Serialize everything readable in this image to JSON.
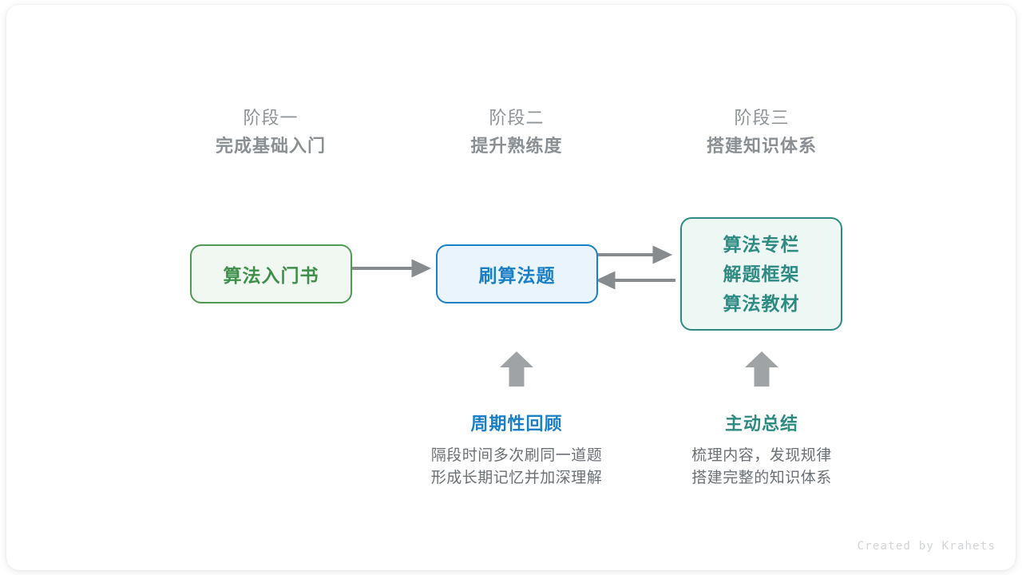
{
  "stages": [
    {
      "phase": "阶段一",
      "title": "完成基础入门"
    },
    {
      "phase": "阶段二",
      "title": "提升熟练度"
    },
    {
      "phase": "阶段三",
      "title": "搭建知识体系"
    }
  ],
  "nodes": {
    "book": {
      "label": "算法入门书",
      "border_color": "#4f9a55",
      "fill_color": "#f1f8f1",
      "text_color": "#3f8f4a"
    },
    "practice": {
      "label": "刷算法题",
      "border_color": "#1a81c9",
      "fill_color": "#eaf4fd",
      "text_color": "#1a7fc6"
    },
    "resources": {
      "lines": [
        "算法专栏",
        "解题框架",
        "算法教材"
      ],
      "border_color": "#2e8b82",
      "fill_color": "#edf7f4",
      "text_color": "#2e8b82"
    }
  },
  "arrows": {
    "color": "#888b8e",
    "book_to_practice": "算法入门书 → 刷算法题",
    "practice_to_resources": "刷算法题 → 算法专栏/解题框架/算法教材",
    "resources_to_practice": "算法专栏/解题框架/算法教材 → 刷算法题",
    "up_arrow_practice": "周期性回顾 ↑ 刷算法题",
    "up_arrow_resources": "主动总结 ↑ 算法专栏"
  },
  "captions": [
    {
      "title": "周期性回顾",
      "color": "#1a7fc6",
      "desc": [
        "隔段时间多次刷同一道题",
        "形成长期记忆并加深理解"
      ]
    },
    {
      "title": "主动总结",
      "color": "#2e8b82",
      "desc": [
        "梳理内容，发现规律",
        "搭建完整的知识体系"
      ]
    }
  ],
  "footer": {
    "credit": "Created by Krahets"
  }
}
